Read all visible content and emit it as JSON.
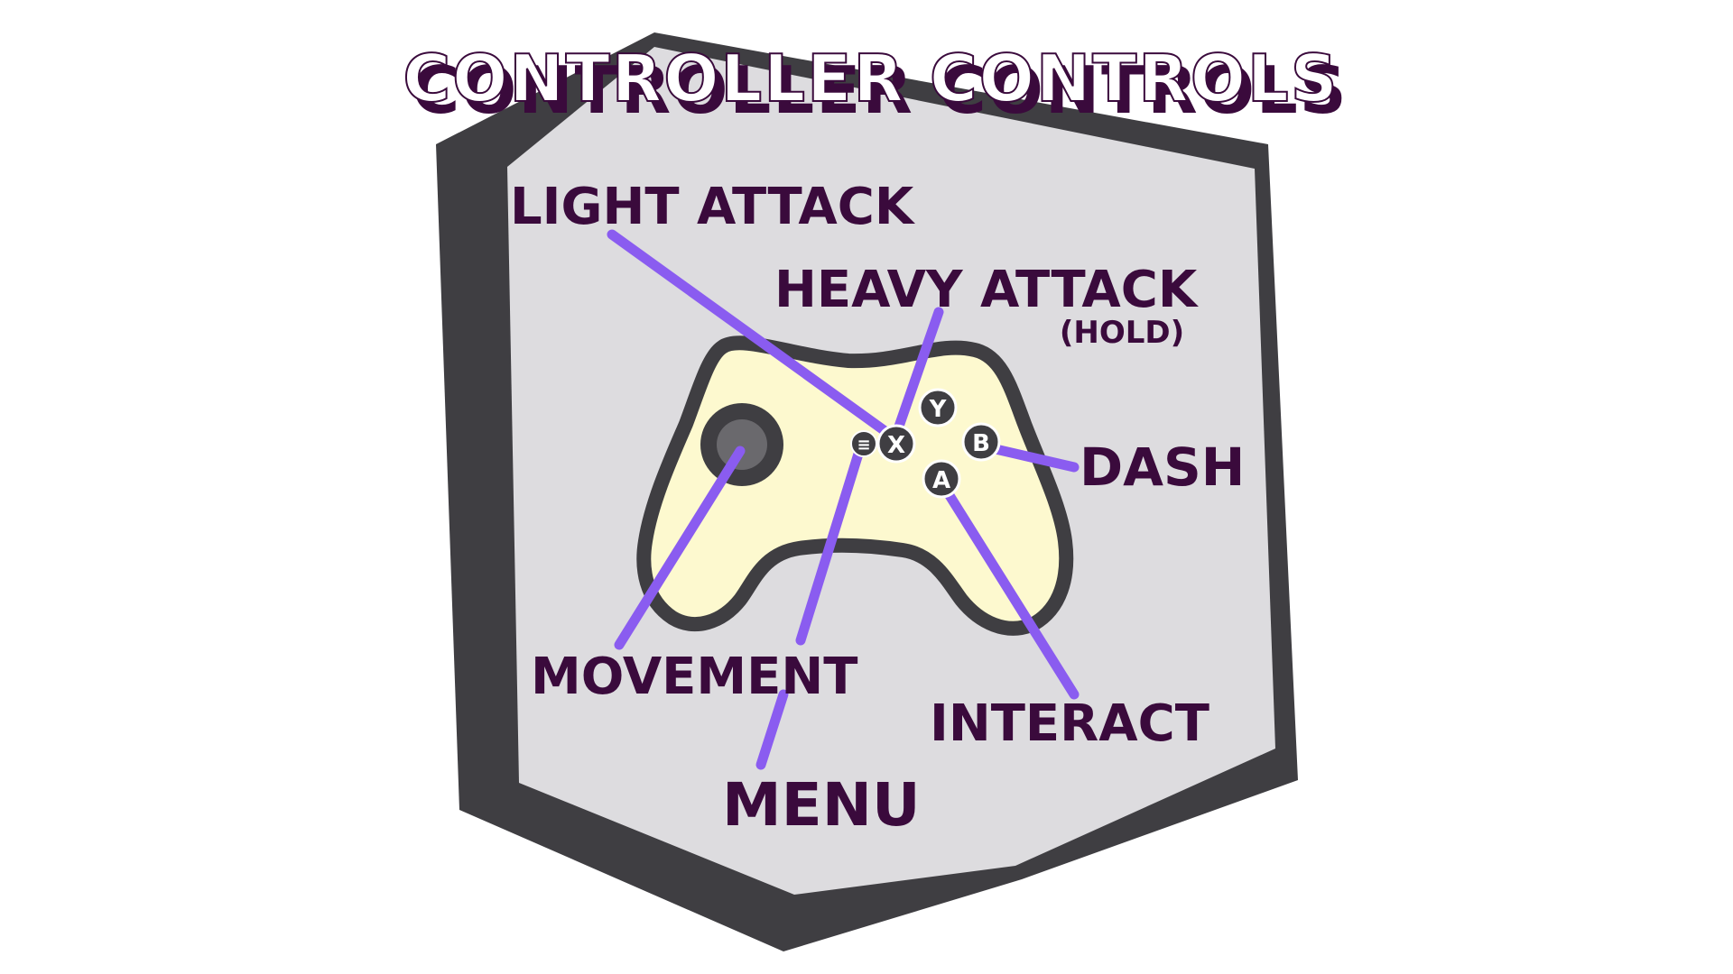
{
  "title": "CONTROLLER CONTROLS",
  "labels": {
    "light_attack": "LIGHT ATTACK",
    "heavy_attack": "HEAVY ATTACK",
    "heavy_attack_note": "(HOLD)",
    "dash": "DASH",
    "movement": "MOVEMENT",
    "interact": "INTERACT",
    "menu": "MENU"
  },
  "buttons": {
    "x": "X",
    "y": "Y",
    "b": "B",
    "a": "A",
    "menu": "≡"
  },
  "icons": {
    "controller": "gamepad-icon",
    "menu_button": "menu-lines-icon"
  },
  "colors": {
    "text": "#3a0a3c",
    "leader_line": "#8a5cf0",
    "panel_fill": "#dddcdf",
    "panel_border": "#3f3e42",
    "controller_fill": "#fdf9cf",
    "controller_outline": "#3f3e42"
  }
}
